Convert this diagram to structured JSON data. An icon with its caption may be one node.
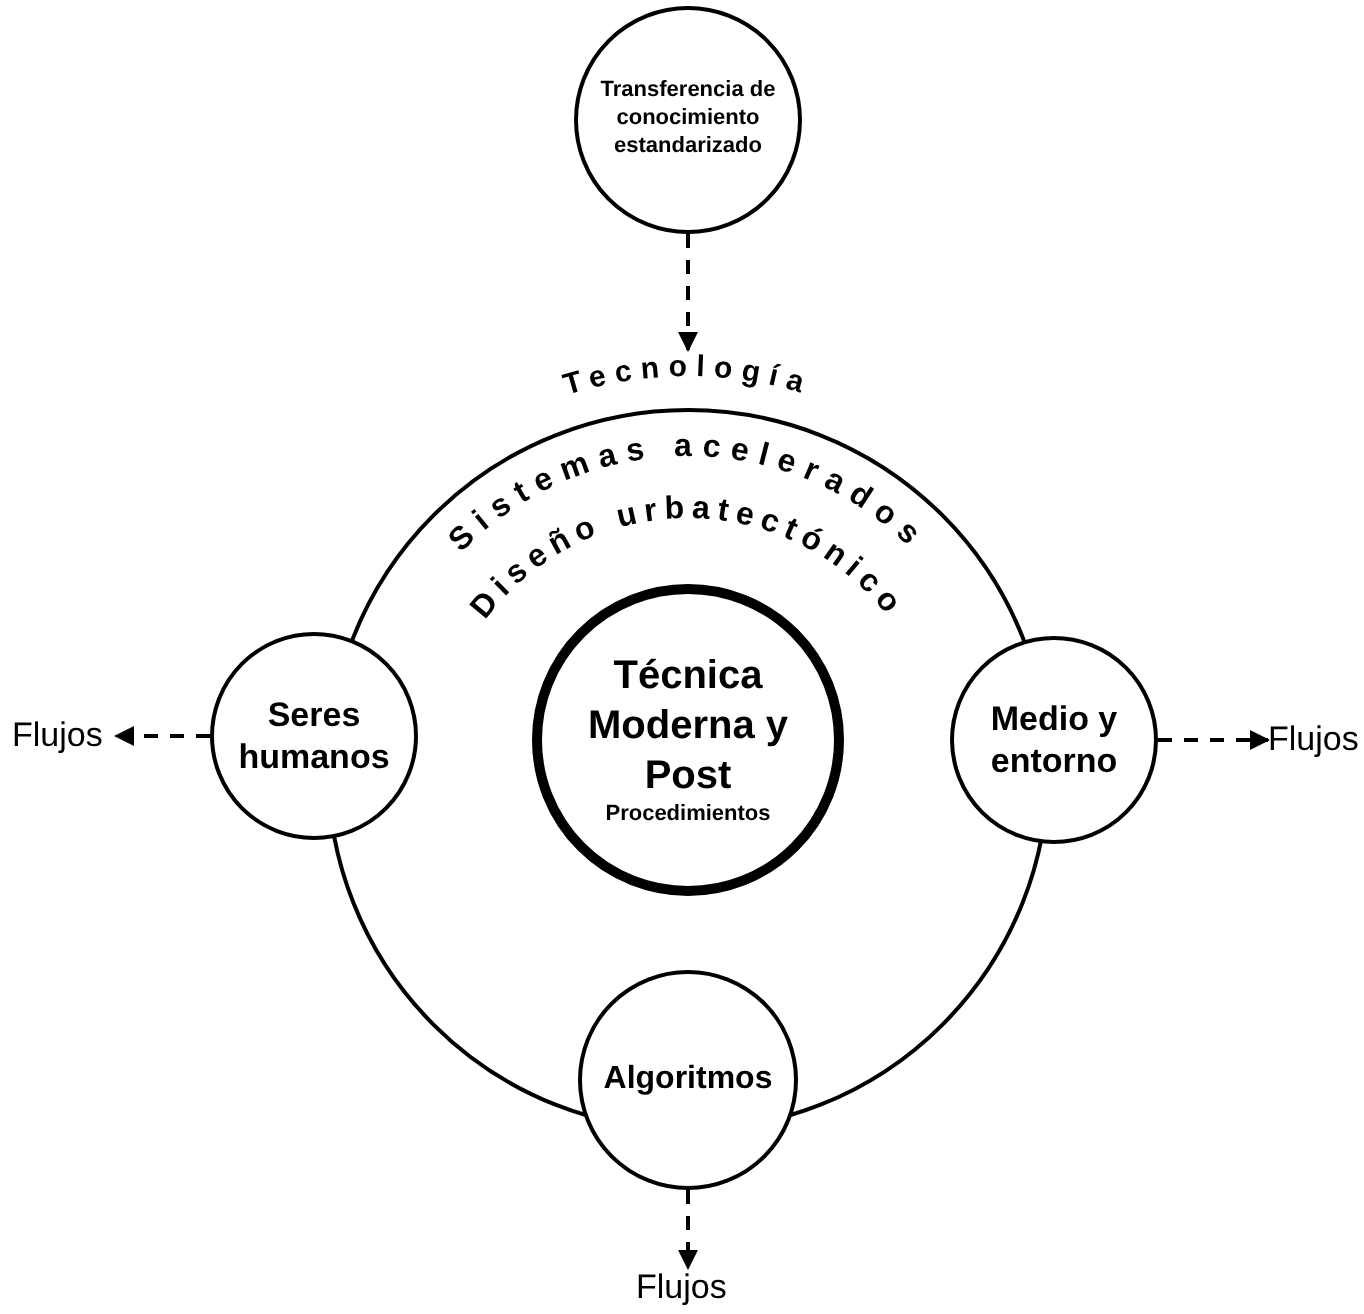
{
  "diagram": {
    "nodes": [
      {
        "text": [
          "Tecnología",
          "Sistemas acelerados",
          "Diseño urbatectónico"
        ]
      },
      {
        "text": [
          "Transferencia de conocimiento estandarizado"
        ]
      },
      {
        "text": [
          "Seres humanos"
        ]
      },
      {
        "text": [
          "Técnica Moderna y Post",
          "Procedimientos"
        ],
        "in": 0
      },
      {
        "text": [
          "Medio y entorno"
        ]
      },
      {
        "text": [
          "Algoritmos"
        ]
      },
      {
        "text": [
          "Flujos"
        ]
      },
      {
        "text": [
          "Flujos"
        ]
      },
      {
        "text": [
          "Flujos"
        ]
      }
    ],
    "edges": [
      {
        "from": 1,
        "to": 0,
        "arrow": "to",
        "style": "dashed"
      },
      {
        "from": 2,
        "to": 6,
        "arrow": "to",
        "style": "dashed"
      },
      {
        "from": 4,
        "to": 7,
        "arrow": "to",
        "style": "dashed"
      },
      {
        "from": 5,
        "to": 8,
        "arrow": "to",
        "style": "dashed"
      }
    ]
  }
}
